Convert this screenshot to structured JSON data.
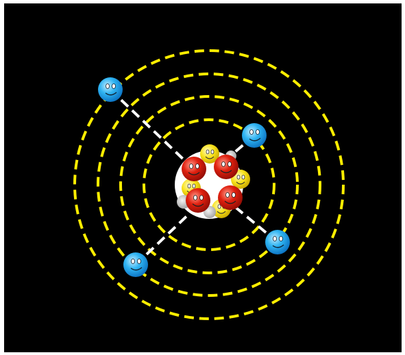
{
  "diagram": {
    "background_color": "#000000",
    "orbit_color": "#ffee00",
    "spoke_color": "#ffffff",
    "nucleus_color": "#ffffff",
    "orbit_count": 4,
    "electron_count": 4,
    "proton_count": 4,
    "neutron_count": 4,
    "electron_color": "#1aa3e8",
    "proton_color": "#d11a0a",
    "neutron_color": "#f5d90a",
    "electron_icon": "blue-smiley-electron-icon",
    "proton_icon": "red-smiley-proton-icon",
    "neutron_icon": "yellow-smiley-neutron-icon"
  }
}
